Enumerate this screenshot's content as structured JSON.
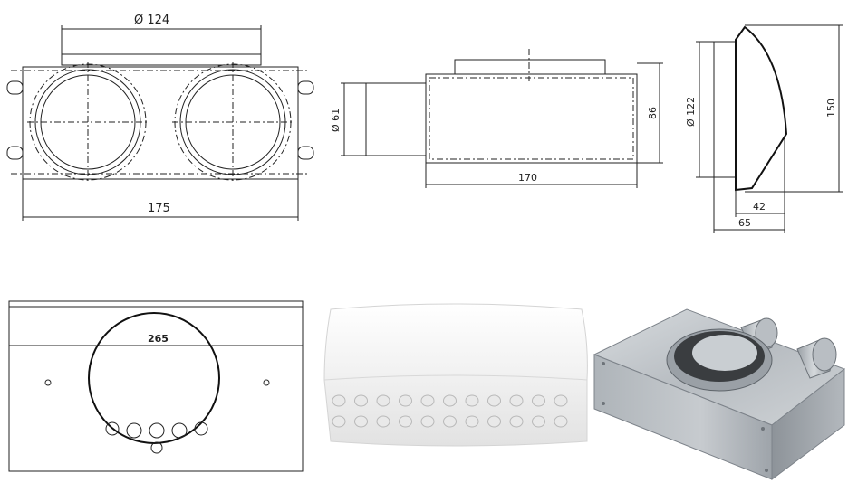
{
  "dimensions": {
    "front_outlet_diameter": "Ø 124",
    "front_width": "175",
    "side_inlet_diameter": "Ø 61",
    "side_height": "86",
    "side_length": "170",
    "cover_outlet_diameter": "Ø 122",
    "cover_height": "150",
    "cover_depth_inner": "42",
    "cover_depth_outer": "65",
    "plate_width": "265"
  },
  "colors": {
    "line": "#222222",
    "cover_white": "#f4f4f4",
    "metal_light": "#c9cdd1",
    "metal_dark": "#8e949a"
  }
}
